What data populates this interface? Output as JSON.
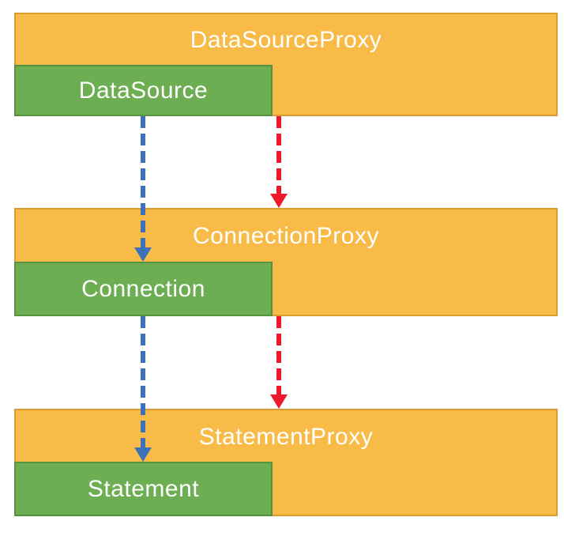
{
  "diagram": {
    "layers": [
      {
        "proxy_label": "DataSourceProxy",
        "inner_label": "DataSource"
      },
      {
        "proxy_label": "ConnectionProxy",
        "inner_label": "Connection"
      },
      {
        "proxy_label": "StatementProxy",
        "inner_label": "Statement"
      }
    ],
    "arrows": [
      {
        "id": "blue-1",
        "color": "blue",
        "style": "dashed",
        "from": "DataSource",
        "to": "Connection"
      },
      {
        "id": "red-1",
        "color": "red",
        "style": "dashed",
        "from": "DataSourceProxy",
        "to": "ConnectionProxy"
      },
      {
        "id": "blue-2",
        "color": "blue",
        "style": "dashed",
        "from": "Connection",
        "to": "Statement"
      },
      {
        "id": "red-2",
        "color": "red",
        "style": "dashed",
        "from": "ConnectionProxy",
        "to": "StatementProxy"
      }
    ]
  },
  "colors": {
    "background": "#FFFFFF",
    "proxy-fill": "#F9BB47",
    "proxy-border": "#D99C30",
    "inner-fill": "#6CAE51",
    "inner-border": "#55923F",
    "arrow-blue": "#3D72BA",
    "arrow-red": "#EF192B",
    "label-text": "#FFFFFF"
  }
}
